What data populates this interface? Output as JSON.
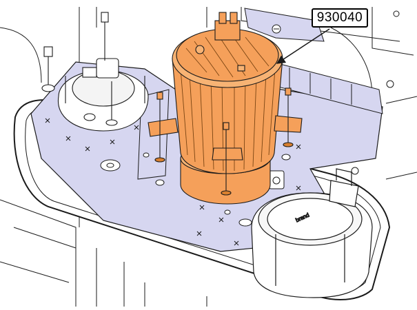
{
  "callout": {
    "part_number": "930040"
  },
  "colors": {
    "highlight": "#F5A05A",
    "highlight_dark": "#D9802F",
    "plate": "#D6D6F0",
    "line": "#1A1A1A"
  },
  "icons": [
    "leader-arrow",
    "screw-icon",
    "motor-part"
  ]
}
